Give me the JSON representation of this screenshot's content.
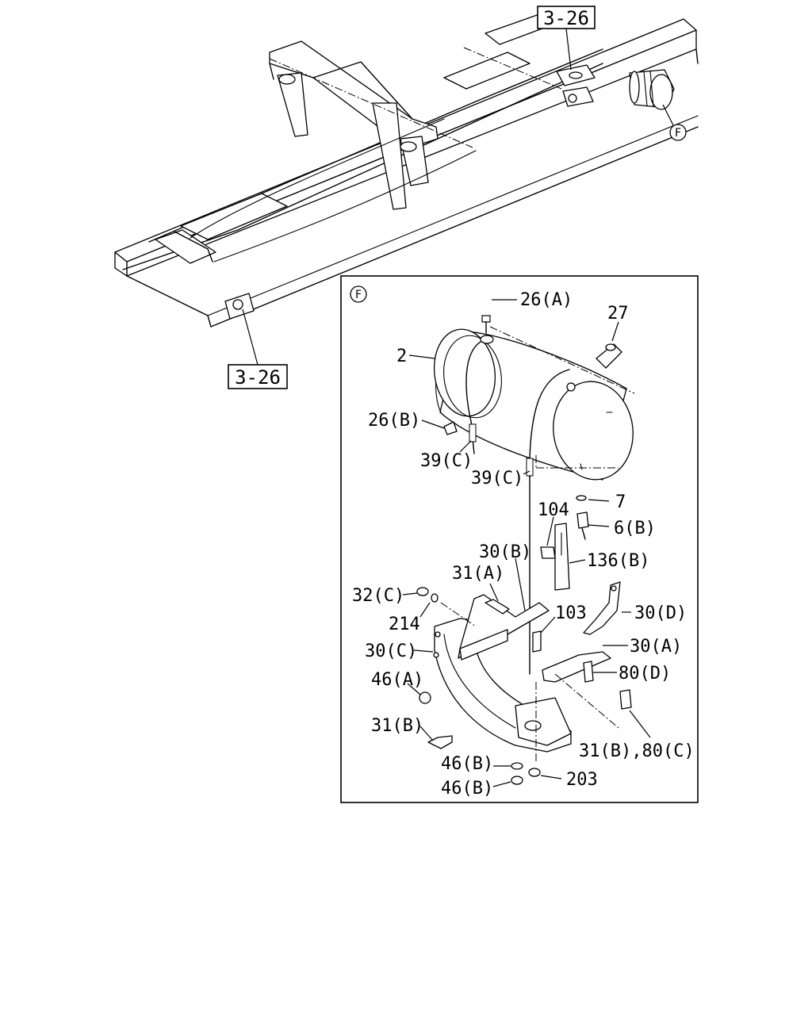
{
  "refs": {
    "top": "3-26",
    "bottom": "3-26"
  },
  "detail_marker": "F",
  "callouts": {
    "c26a": "26(A)",
    "c27": "27",
    "c2": "2",
    "c26b": "26(B)",
    "c39c_left": "39(C)",
    "c39c_mid": "39(C)",
    "c7": "7",
    "c6b": "6(B)",
    "c104": "104",
    "c136b": "136(B)",
    "c30b": "30(B)",
    "c31a": "31(A)",
    "c32c": "32(C)",
    "c214": "214",
    "c103": "103",
    "c30d": "30(D)",
    "c30a": "30(A)",
    "c30c": "30(C)",
    "c80d": "80(D)",
    "c46a": "46(A)",
    "c31b": "31(B)",
    "c31b80c": "31(B),80(C)",
    "c46b_1": "46(B)",
    "c203": "203",
    "c46b_2": "46(B)"
  }
}
